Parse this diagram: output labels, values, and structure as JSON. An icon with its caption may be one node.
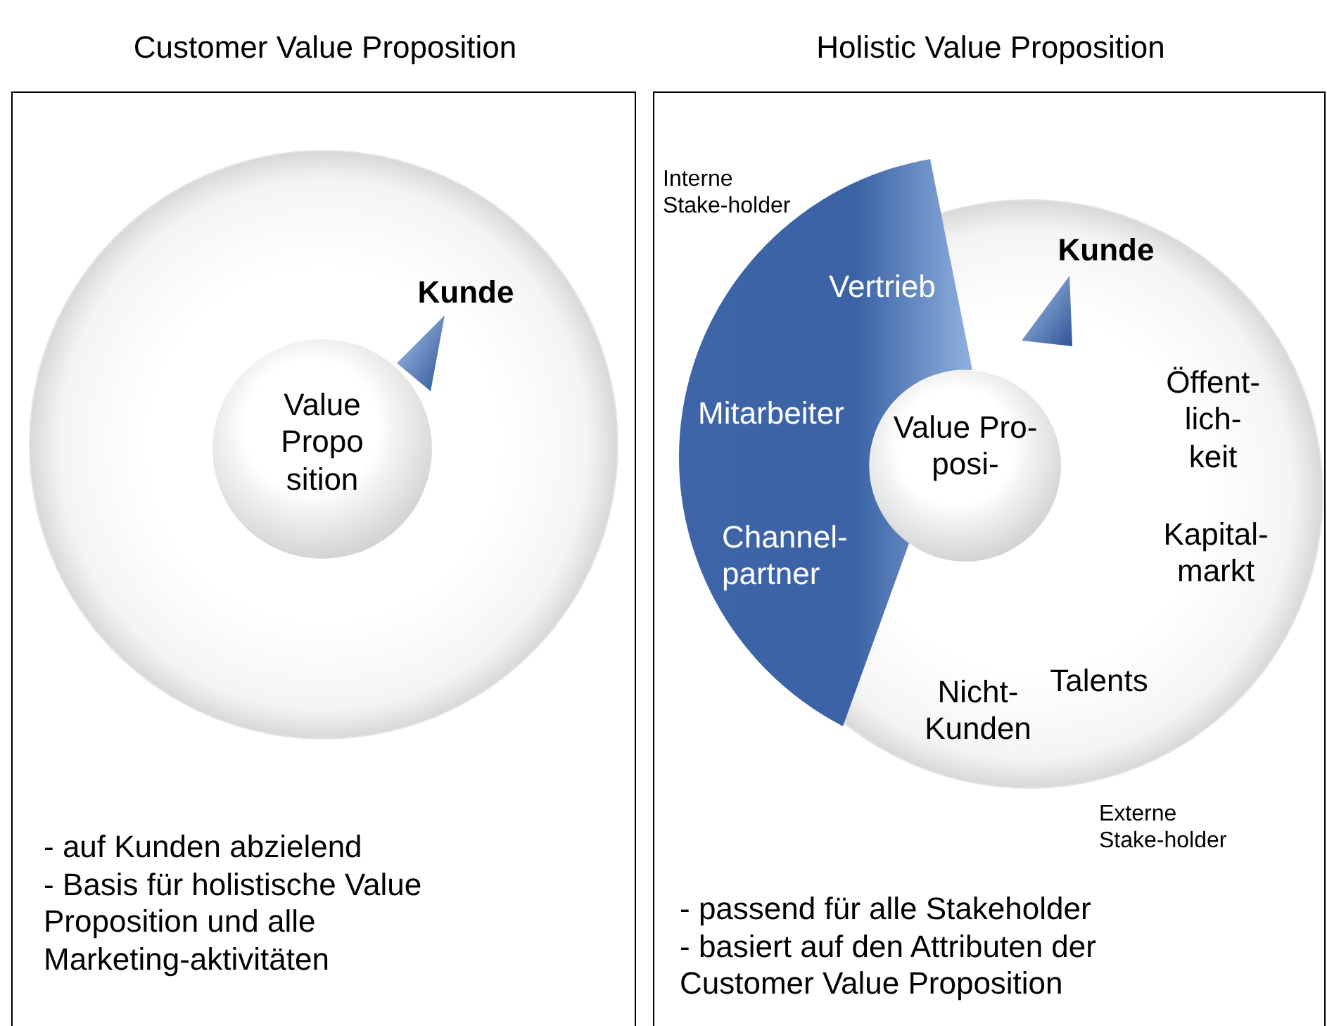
{
  "diagram": {
    "nodes": [
      {
        "text": [
          "Customer Value Proposition",
          "- auf Kunden abzielend",
          "- Basis für holistische Value Proposition und alle Marketing-aktivitäten"
        ]
      },
      {
        "text": [
          "Kunde"
        ],
        "in": 0
      },
      {
        "text": [
          "Value Propo sition"
        ],
        "in": 1
      },
      {
        "text": [
          "Holistic Value Proposition",
          "- passend für alle Stakeholder",
          "- basiert auf den Attributen der Customer Value Proposition"
        ]
      },
      {
        "text": [
          "Kunde",
          "Öffent-lich-keit",
          "Kapital-markt",
          "Talents",
          "Nicht-Kunden"
        ],
        "in": 3,
        "beside": [
          "Externe Stake-holder"
        ]
      },
      {
        "text": [
          "Vertrieb",
          "Mitarbeiter",
          "Channel-partner"
        ],
        "in": 3,
        "beside": [
          "Interne Stake-holder"
        ]
      },
      {
        "text": [
          "Value Pro-posi-"
        ],
        "in": 4
      }
    ],
    "edges": []
  }
}
